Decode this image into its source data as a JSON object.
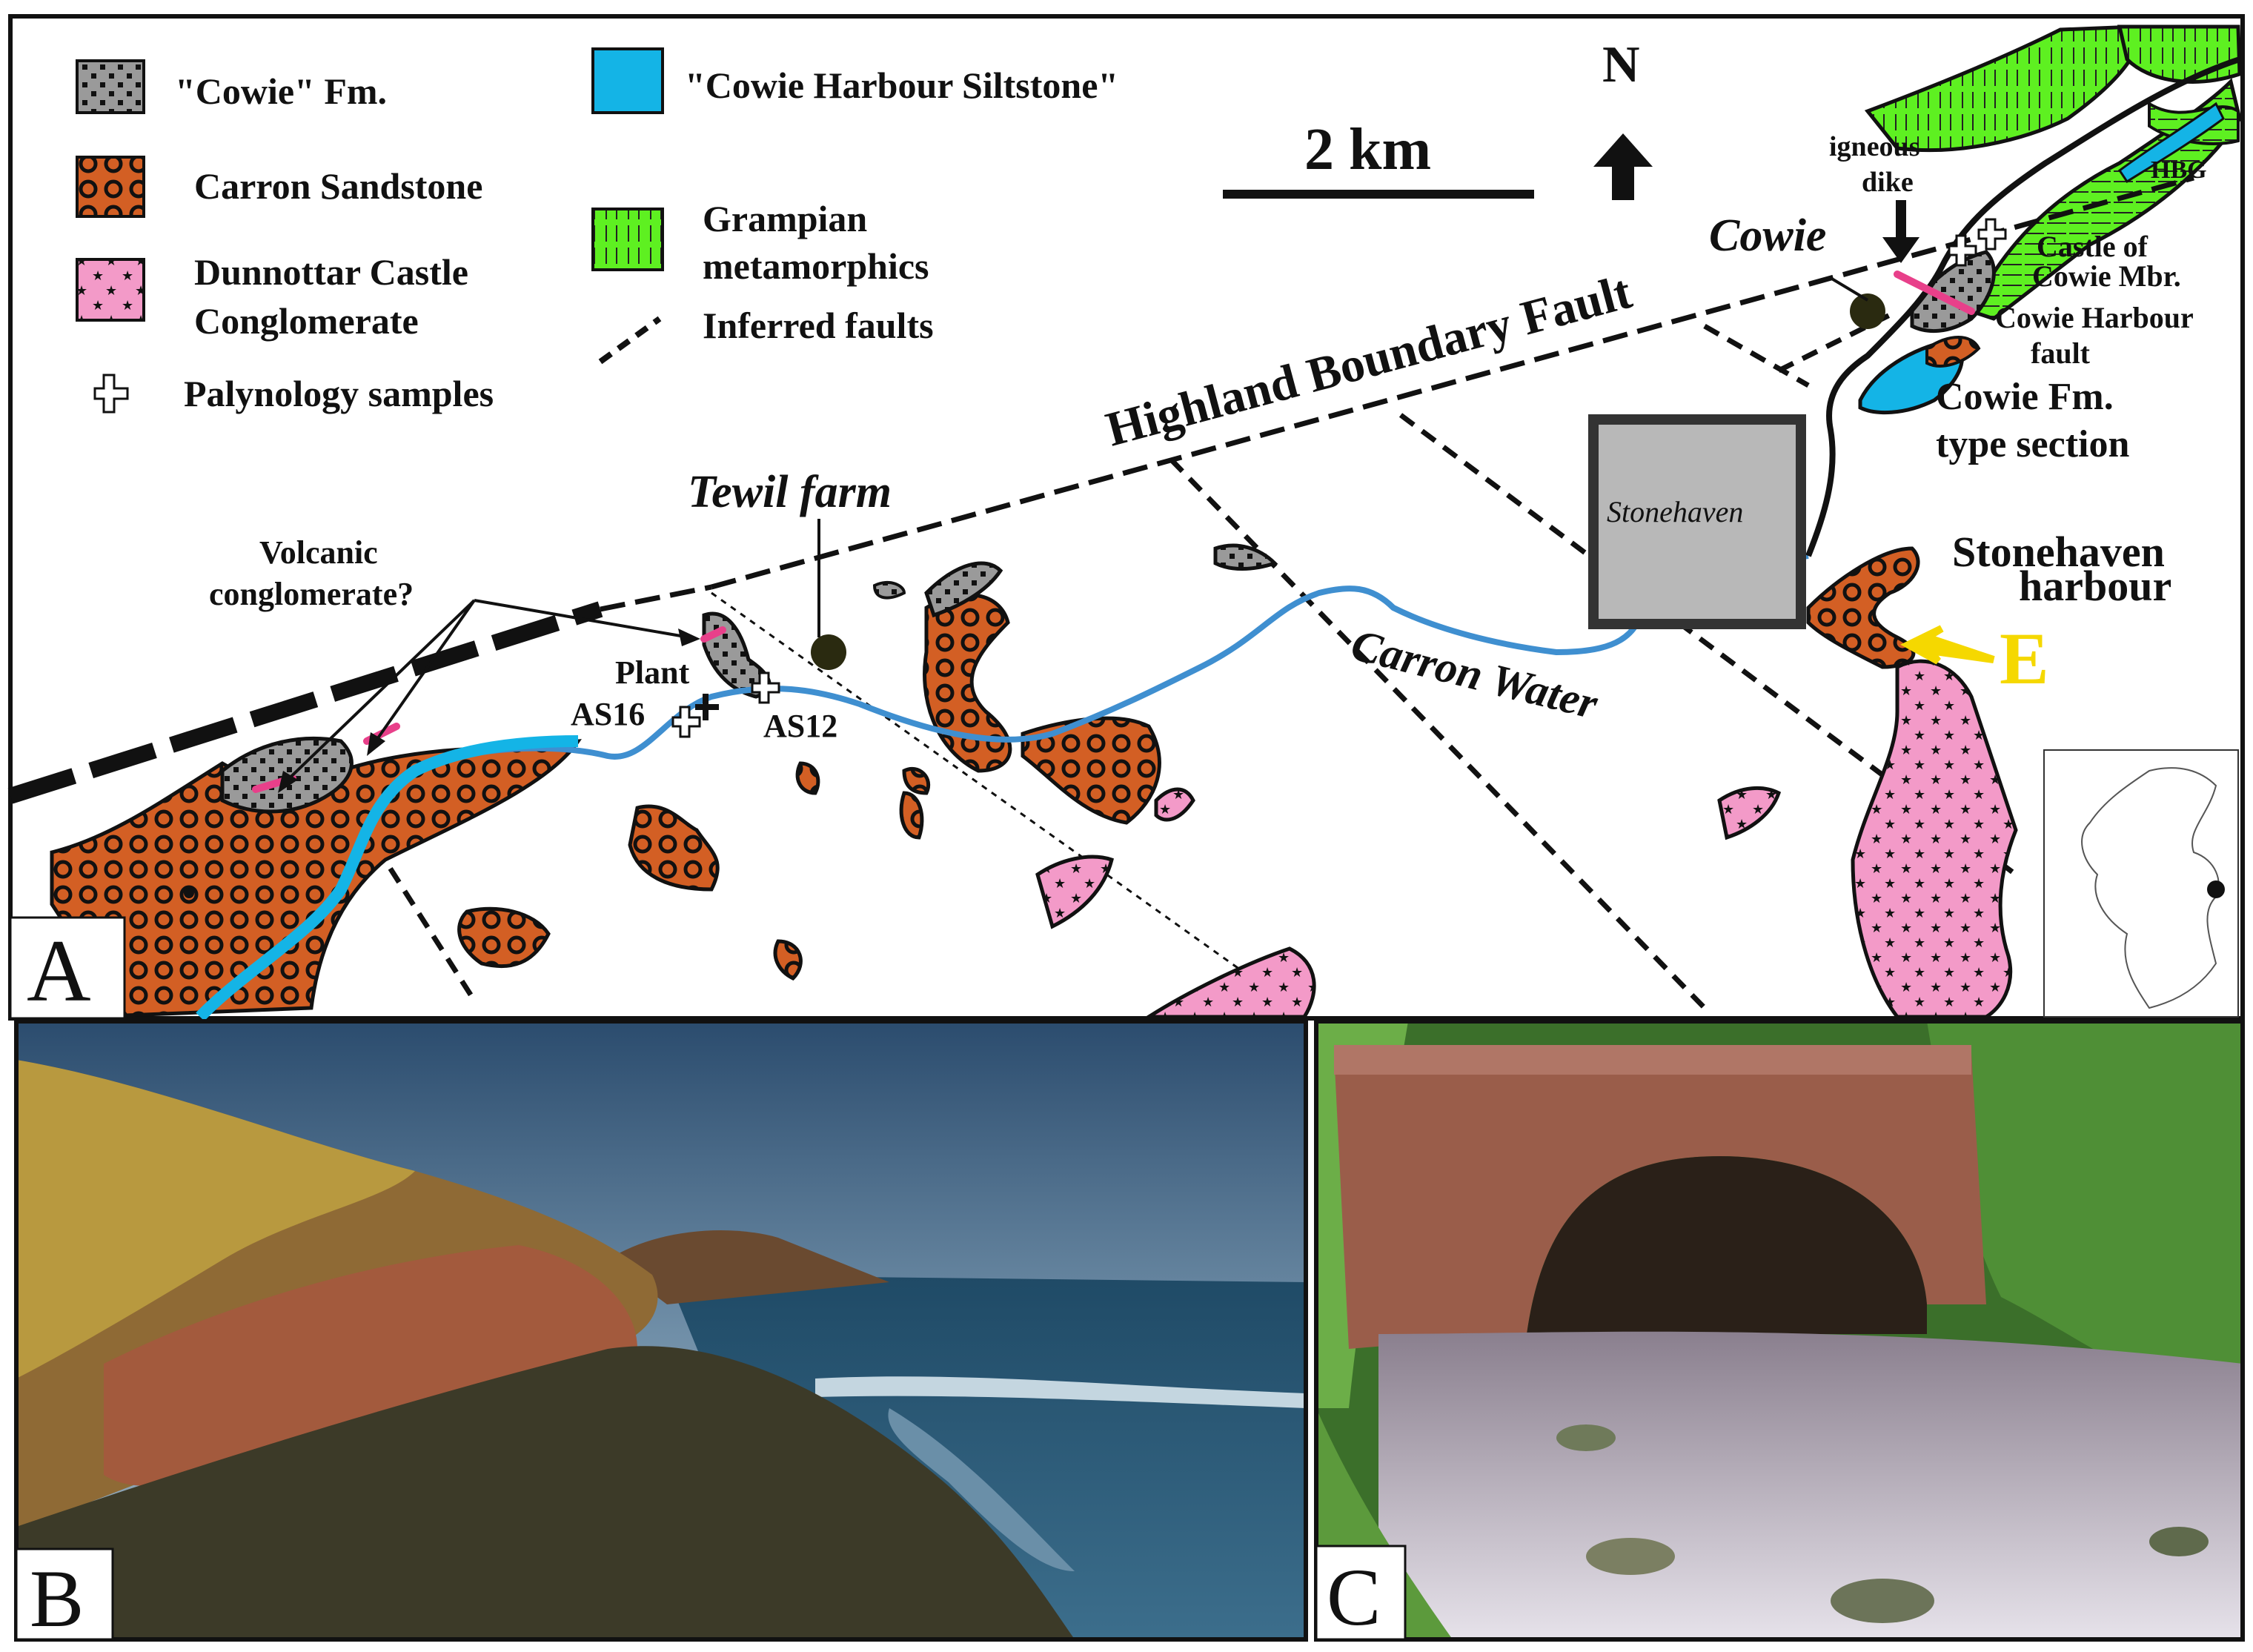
{
  "legend": {
    "cowie_fm": "\"Cowie\" Fm.",
    "cowie_harbour_siltstone": "\"Cowie Harbour Siltstone\"",
    "carron_sandstone": "Carron Sandstone",
    "grampian_1": "Grampian",
    "grampian_2": "metamorphics",
    "dunnottar_1": "Dunnottar Castle",
    "dunnottar_2": "Conglomerate",
    "inferred_faults": "Inferred faults",
    "palynology": "Palynology samples"
  },
  "scale": {
    "label": "2 km"
  },
  "north": {
    "label": "N"
  },
  "map_labels": {
    "highland_boundary_fault": "Highland Boundary Fault",
    "tewil_farm": "Tewil farm",
    "volcanic_1": "Volcanic",
    "volcanic_2": "conglomerate?",
    "plant": "Plant",
    "as16": "AS16",
    "as12": "AS12",
    "carron_water": "Carron Water",
    "stonehaven_box": "Stonehaven",
    "stonehaven_harbour_1": "Stonehaven",
    "stonehaven_harbour_2": "harbour",
    "e_marker": "E",
    "cowie": "Cowie",
    "igneous_1": "igneous",
    "igneous_2": "dike",
    "hbg": "HBG",
    "castle_1": "Castle of",
    "castle_2": "Cowie Mbr.",
    "cowie_harbour_fault_1": "Cowie Harbour",
    "cowie_harbour_fault_2": "fault",
    "type_section_1": "Cowie Fm.",
    "type_section_2": "type section"
  },
  "panels": {
    "a": "A",
    "b": "B",
    "c": "C"
  },
  "colors": {
    "carron_sandstone": "#d35f24",
    "cowie_fm": "#9a9a9a",
    "dunnottar": "#f39ac8",
    "grampian": "#5ef021",
    "siltstone": "#14b4e6",
    "river": "#3f8fd0",
    "dike": "#e8408a",
    "arrow_e": "#f5d800"
  }
}
